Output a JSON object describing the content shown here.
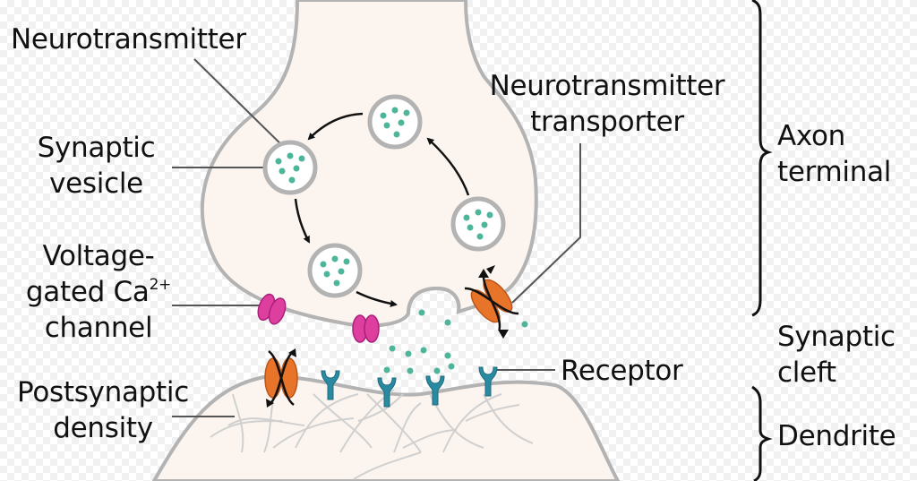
{
  "title": "Chemical synapse diagram",
  "colors": {
    "cell_fill": "#fcf5ef",
    "membrane": "#b3b3b3",
    "neurotransmitter": "#4db59a",
    "ca_channel": "#de3f9f",
    "transporter": "#e8742a",
    "receptor": "#2a8aa1",
    "leader_line": "#555555",
    "text": "#111111"
  },
  "labels": {
    "neurotransmitter": "Neurotransmitter",
    "synaptic_vesicle": [
      "Synaptic",
      "vesicle"
    ],
    "voltage_gated": [
      "Voltage-",
      "gated Ca",
      "channel"
    ],
    "ca_superscript": "2+",
    "postsynaptic_density": [
      "Postsynaptic",
      "density"
    ],
    "nt_transporter": [
      "Neurotransmitter",
      "transporter"
    ],
    "receptor": "Receptor",
    "axon_terminal": [
      "Axon",
      "terminal"
    ],
    "synaptic_cleft": [
      "Synaptic",
      "cleft"
    ],
    "dendrite": "Dendrite"
  },
  "regions": [
    {
      "name": "Axon terminal",
      "bracket": true
    },
    {
      "name": "Synaptic cleft",
      "bracket": false
    },
    {
      "name": "Dendrite",
      "bracket": true
    }
  ],
  "vesicle_cycle": {
    "vesicle_count": 5,
    "direction": "counter-clockwise recycling, ending in fusion with membrane"
  }
}
